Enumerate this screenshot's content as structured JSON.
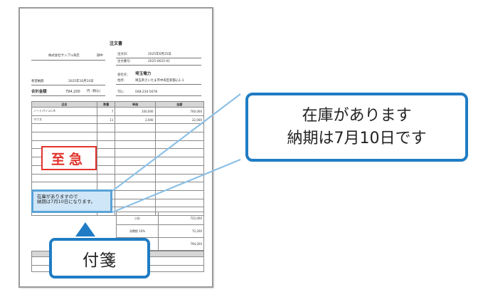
{
  "document": {
    "title": "注文書",
    "recipient": "株式会社サンプル商店",
    "honorific": "御中",
    "order_date_label": "注文日：",
    "order_date": "2025年6月25日",
    "order_no_label": "注文番号：",
    "order_no": "2025-0625-01",
    "sender_label": "会社名：",
    "sender": "埼玉電力",
    "address_label": "住所：",
    "address": "埼玉県さいたま市中央区新都心1-1",
    "delivery_label": "希望納期",
    "delivery_date": "2025年10月10日",
    "total_label": "合計金額",
    "total_value": "794,200",
    "total_unit": "円（税込）",
    "tel_label": "TEL：",
    "tel": "048-234-5678",
    "table_headers": [
      "品名",
      "数量",
      "単価",
      "金額"
    ],
    "rows": [
      {
        "name": "ノートパソコンA",
        "qty": "7",
        "price": "100,000",
        "amount": "700,000"
      },
      {
        "name": "マウス",
        "qty": "11",
        "price": "2,000",
        "amount": "22,000"
      }
    ],
    "subtotal_label": "小計",
    "subtotal": "722,000",
    "tax_label": "消費税 10%",
    "tax": "72,200",
    "grand_total": "794,200"
  },
  "stamp": {
    "text": "至急",
    "color": "#e2342c"
  },
  "sticky_note": {
    "line1": "在庫がありますので",
    "line2": "納期は7月10日になります。",
    "bg": "#cfe6f8",
    "border": "#5aa3d6"
  },
  "callout_main": {
    "line1": "在庫があります",
    "line2": "納期は7月10日です",
    "border": "#1f7cc4"
  },
  "callout_label": {
    "text": "付箋"
  },
  "connector_color": "#8cc0e6"
}
